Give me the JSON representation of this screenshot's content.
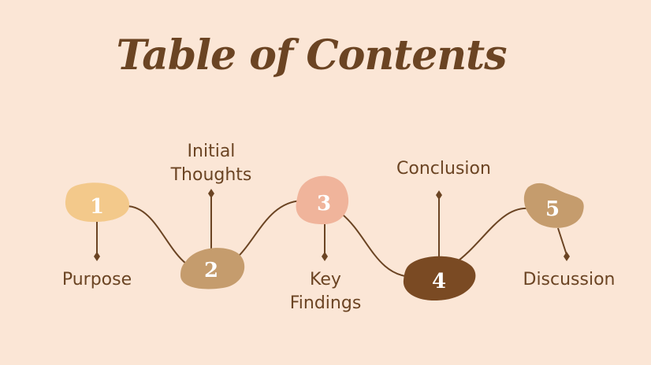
{
  "title": "Table of Contents",
  "items": [
    {
      "number": "1",
      "label": "Purpose",
      "color": "#f3c98b",
      "text_color": "#ffffff"
    },
    {
      "number": "2",
      "label": "Initial\nThoughts",
      "color": "#c59c6d",
      "text_color": "#ffffff"
    },
    {
      "number": "3",
      "label": "Key\nFindings",
      "color": "#f0b49b",
      "text_color": "#ffffff"
    },
    {
      "number": "4",
      "label": "Conclusion",
      "color": "#7a4a23",
      "text_color": "#ffffff"
    },
    {
      "number": "5",
      "label": "Discussion",
      "color": "#c59c6d",
      "text_color": "#ffffff"
    }
  ],
  "colors": {
    "background": "#fbe6d6",
    "line": "#6b4423",
    "text": "#6b4423"
  }
}
